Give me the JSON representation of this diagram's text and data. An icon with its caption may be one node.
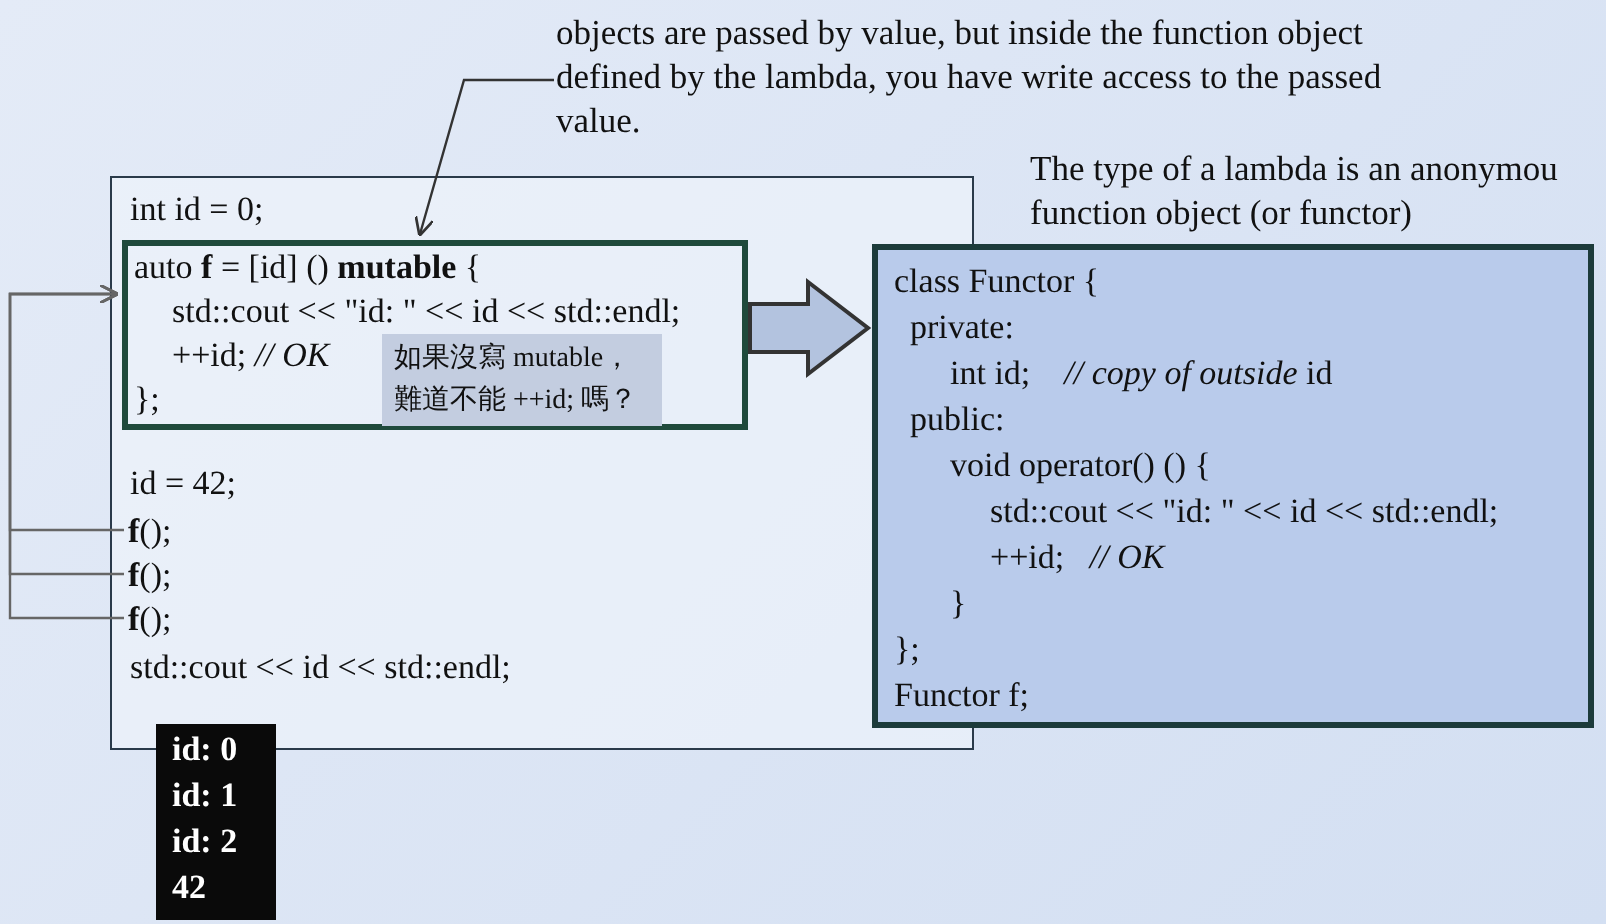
{
  "diagram": {
    "nodes": [
      {
        "text": [
          "int id = 0;",
          "id = 42;",
          "std::cout << id << std::endl;"
        ]
      },
      {
        "text": [
          "auto **f** = [id] () **mutable** {",
          "std::cout << \"id: \" << id << std::endl;",
          "++id; *// OK*",
          "};"
        ],
        "in": 0
      },
      {
        "text": [
          "如果沒寫 mutable，難道不能 ++id; 嗎？"
        ],
        "in": 1
      },
      {
        "text": [
          "**f**();"
        ],
        "in": 0
      },
      {
        "text": [
          "**f**();"
        ],
        "in": 0
      },
      {
        "text": [
          "**f**();"
        ],
        "in": 0
      },
      {
        "text": [
          "id: 0",
          "id: 1",
          "id: 2",
          "42"
        ]
      },
      {
        "text": [
          "objects are passed by value, but inside the function object defined by the lambda, you have write access to the passed value."
        ]
      },
      {
        "text": [
          "The type of a lambda is an anonymou function object (or functor)",
          "class Functor {",
          "private:",
          "int id;    *// copy of outside* id",
          "public:",
          "void operator() () {",
          "std::cout << \"id: \" << id << std::endl;",
          "++id;   *// OK*",
          "}",
          "};",
          "Functor f;"
        ]
      }
    ],
    "edges": [
      {
        "from": 7,
        "to": 1,
        "arrow": "to"
      },
      {
        "from": 1,
        "to": 8,
        "arrow": "to",
        "style": "thick"
      },
      {
        "from": 3,
        "to": 1,
        "arrow": "to",
        "color": "#666666"
      },
      {
        "from": 4,
        "to": 1,
        "arrow": "to",
        "color": "#666666"
      },
      {
        "from": 5,
        "to": 1,
        "arrow": "to",
        "color": "#666666"
      }
    ]
  }
}
